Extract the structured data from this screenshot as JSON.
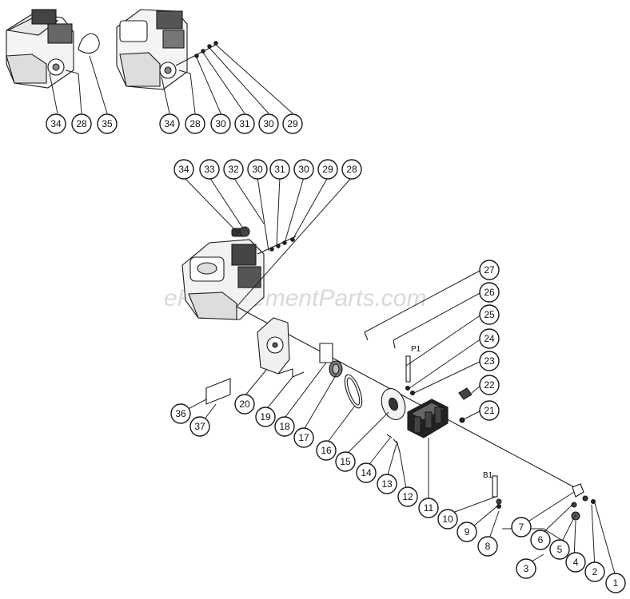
{
  "watermark": "eReplacementParts.com",
  "tags": {
    "p1": "P1",
    "b1": "B1"
  },
  "callouts": {
    "c1": "1",
    "c2": "2",
    "c3": "3",
    "c4": "4",
    "c5": "5",
    "c6": "6",
    "c7": "7",
    "c8": "8",
    "c9": "9",
    "c10": "10",
    "c11": "11",
    "c12": "12",
    "c13": "13",
    "c14": "14",
    "c15": "15",
    "c16": "16",
    "c17": "17",
    "c18": "18",
    "c19": "19",
    "c20": "20",
    "c21": "21",
    "c22": "22",
    "c23": "23",
    "c24": "24",
    "c25": "25",
    "c26": "26",
    "c27": "27",
    "c28": "28",
    "c29": "29",
    "c30": "30",
    "c31": "31",
    "c32": "32",
    "c33": "33",
    "c34": "34",
    "c35": "35",
    "c36": "36",
    "c37": "37"
  },
  "colors": {
    "line": "#1a1a1a",
    "watermark": "#d9d9d9",
    "dark_part": "#333333"
  }
}
